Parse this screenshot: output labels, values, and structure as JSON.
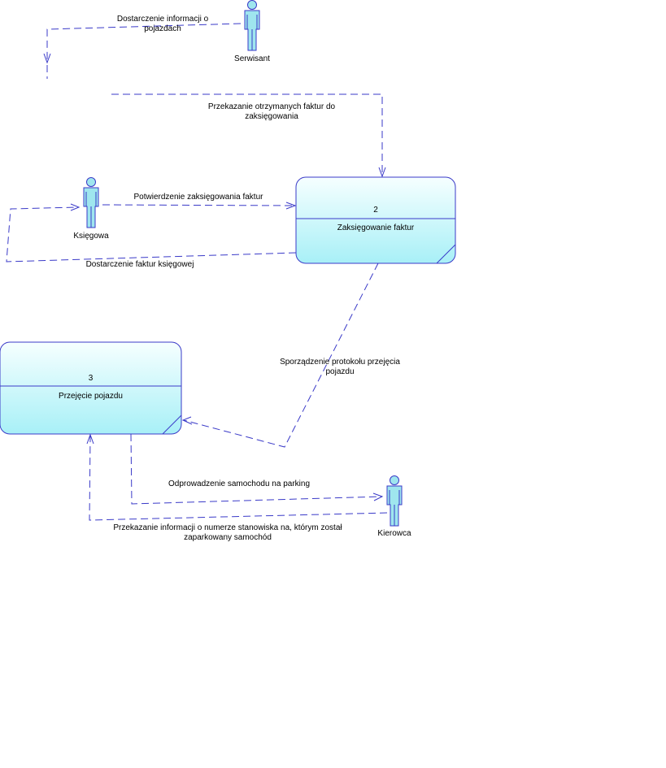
{
  "actors": [
    {
      "id": "serwisant",
      "label": "Serwisant"
    },
    {
      "id": "ksiegowa",
      "label": "Księgowa"
    },
    {
      "id": "kierowca",
      "label": "Kierowca"
    }
  ],
  "processes": [
    {
      "id": "p2",
      "number": "2",
      "name": "Zaksięgowanie faktur"
    },
    {
      "id": "p3",
      "number": "3",
      "name": "Przejęcie pojazdu"
    }
  ],
  "flows": {
    "f1": {
      "line1": "Dostarczenie informacji o",
      "line2": "pojazdach"
    },
    "f2": {
      "line1": "Przekazanie otrzymanych faktur do",
      "line2": "zaksięgowania"
    },
    "f3": {
      "line1": "Potwierdzenie zaksięgowania faktur"
    },
    "f4": {
      "line1": "Dostarczenie faktur księgowej"
    },
    "f5": {
      "line1": "Sporządzenie protokołu przejęcia",
      "line2": "pojazdu"
    },
    "f6": {
      "line1": "Odprowadzenie samochodu na parking"
    },
    "f7": {
      "line1": "Przekazanie informacji o numerze stanowiska na, którym został",
      "line2": "zaparkowany samochód"
    }
  },
  "colors": {
    "line": "#3a3ac8",
    "actor_fill": "#9fe6ee",
    "actor_stroke": "#3a3ac8",
    "process_fill_top": "#f2ffff",
    "process_fill_bottom": "#aaf2f8",
    "process_stroke": "#3a3ac8"
  }
}
